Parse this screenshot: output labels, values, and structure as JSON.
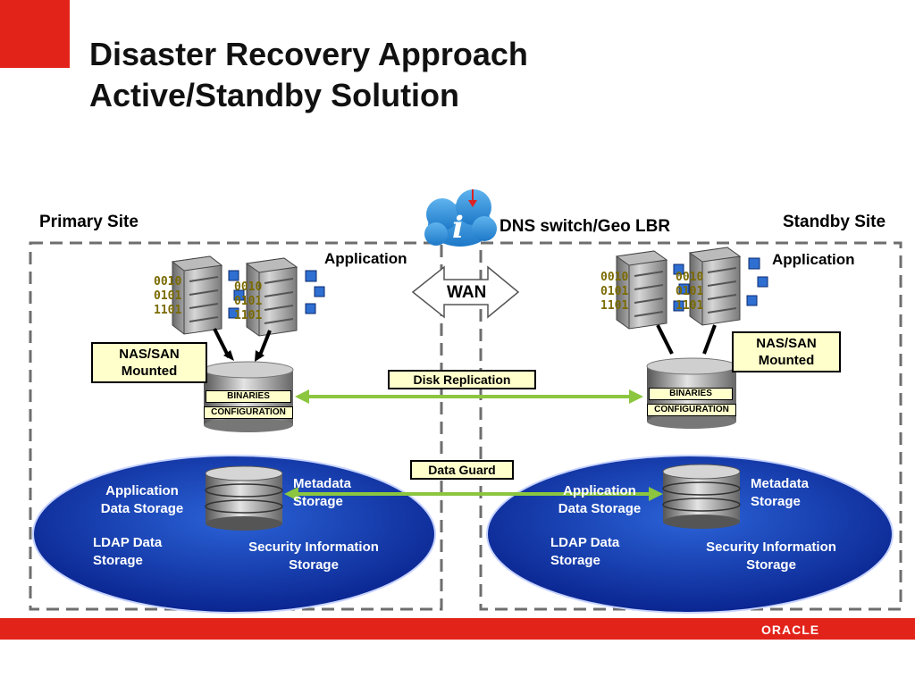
{
  "title": {
    "line1": "Disaster Recovery Approach",
    "line2": "Active/Standby Solution"
  },
  "diagram": {
    "dns_label": "DNS switch/Geo LBR",
    "wan_label": "WAN",
    "disk_replication": "Disk Replication",
    "data_guard": "Data Guard",
    "primary": {
      "site_label": "Primary Site",
      "application_label": "Application",
      "nas_label": "NAS/SAN Mounted",
      "binaries": "BINARIES",
      "configuration": "CONFIGURATION",
      "app_data_storage": "Application Data Storage",
      "metadata_storage": "Metadata Storage",
      "ldap_storage": "LDAP Data Storage",
      "security_storage": "Security Information Storage"
    },
    "standby": {
      "site_label": "Standby Site",
      "application_label": "Application",
      "nas_label": "NAS/SAN Mounted",
      "binaries": "BINARIES",
      "configuration": "CONFIGURATION",
      "app_data_storage": "Application Data Storage",
      "metadata_storage": "Metadata Storage",
      "ldap_storage": "LDAP Data Storage",
      "security_storage": "Security Information Storage"
    },
    "server_binary_text": [
      "0010",
      "0101",
      "1101"
    ],
    "colors": {
      "brand_red": "#e2231a",
      "ellipse_blue": "#0b2f9c",
      "replication_green": "#8cc63f",
      "label_yellow": "#ffffcc"
    }
  },
  "footer": {
    "logo_text": "ORACLE"
  }
}
